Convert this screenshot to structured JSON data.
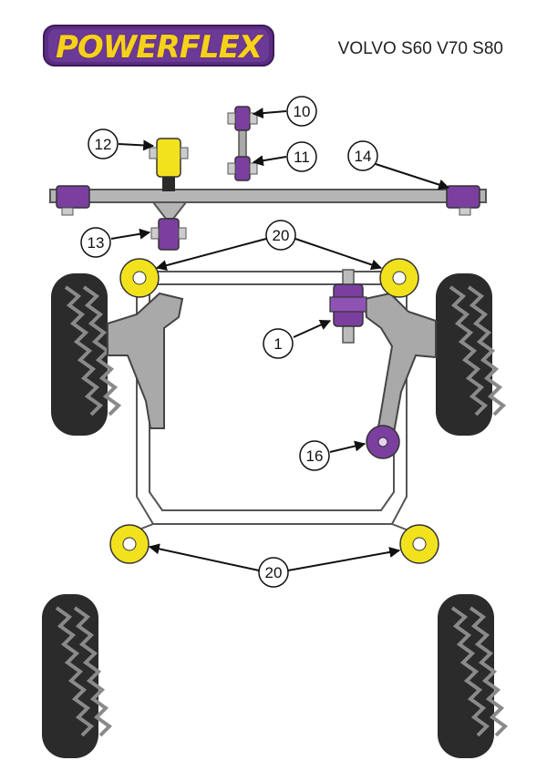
{
  "brand": {
    "logo_text": "POWERFLEX",
    "logo_bg": "#5a2d82",
    "logo_fill": "#f5d21a"
  },
  "header": {
    "model": "VOLVO S60 V70 S80"
  },
  "colors": {
    "bush_purple": "#7b3fa0",
    "bush_yellow": "#f2e21e",
    "frame_grey": "#a9a9a9",
    "tyre_dark": "#2b2b2b"
  },
  "callouts": [
    {
      "id": "c1",
      "label": "1"
    },
    {
      "id": "c10",
      "label": "10"
    },
    {
      "id": "c11",
      "label": "11"
    },
    {
      "id": "c12",
      "label": "12"
    },
    {
      "id": "c13",
      "label": "13"
    },
    {
      "id": "c14",
      "label": "14"
    },
    {
      "id": "c16",
      "label": "16"
    },
    {
      "id": "c20a",
      "label": "20"
    },
    {
      "id": "c20b",
      "label": "20"
    }
  ]
}
